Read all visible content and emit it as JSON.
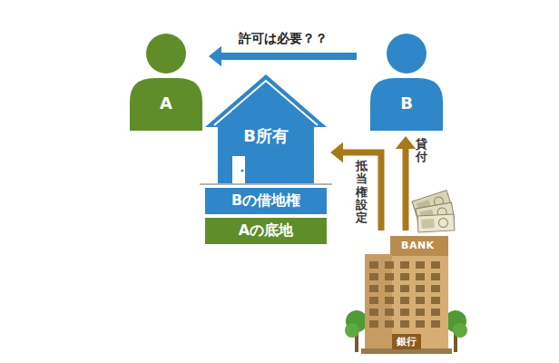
{
  "diagram": {
    "nodes": [
      {
        "text": [
          "A"
        ]
      },
      {
        "text": [
          "B"
        ]
      },
      {
        "text": [
          "B所有"
        ]
      },
      {
        "text": [
          "Bの借地権"
        ]
      },
      {
        "text": [
          "Aの底地"
        ]
      },
      {
        "text": [
          "BANK",
          "銀行"
        ]
      }
    ],
    "edges": [
      {
        "from": 1,
        "to": 0,
        "arrow": "to",
        "label": "許可は必要？？"
      },
      {
        "from": 5,
        "to": 2,
        "arrow": "to",
        "label": "抵当権設定"
      },
      {
        "from": 5,
        "to": 1,
        "arrow": "to",
        "label": "貸付"
      }
    ]
  }
}
